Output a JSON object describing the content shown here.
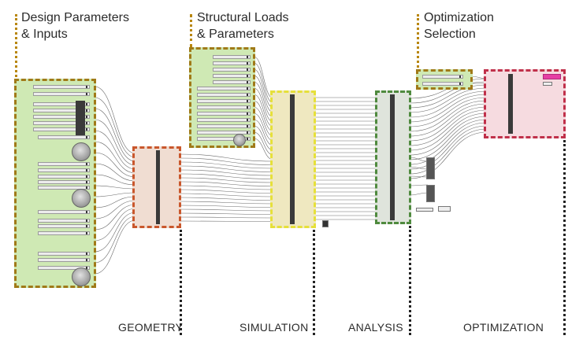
{
  "sections": {
    "design": {
      "title": "Design Parameters\n& Inputs"
    },
    "loads": {
      "title": "Structural Loads\n& Parameters"
    },
    "optimization": {
      "title": "Optimization\nSelection"
    }
  },
  "stages": {
    "geometry": "GEOMETRY",
    "simulation": "SIMULATION",
    "analysis": "ANALYSIS",
    "optimization": "OPTIMIZATION"
  },
  "colors": {
    "gold_dash": "#a07a18",
    "group_green": "#cfe9b4",
    "geometry_orange": "#c9572c",
    "geometry_fill": "#f0ddd2",
    "simulation_yellow": "#e6e03a",
    "simulation_fill": "#efe8c0",
    "analysis_green": "#4f8a3e",
    "analysis_fill": "#dfe4dc",
    "optimization_red": "#c0304a",
    "optimization_fill": "#f6dbe0",
    "accent_magenta": "#e63fa4"
  }
}
